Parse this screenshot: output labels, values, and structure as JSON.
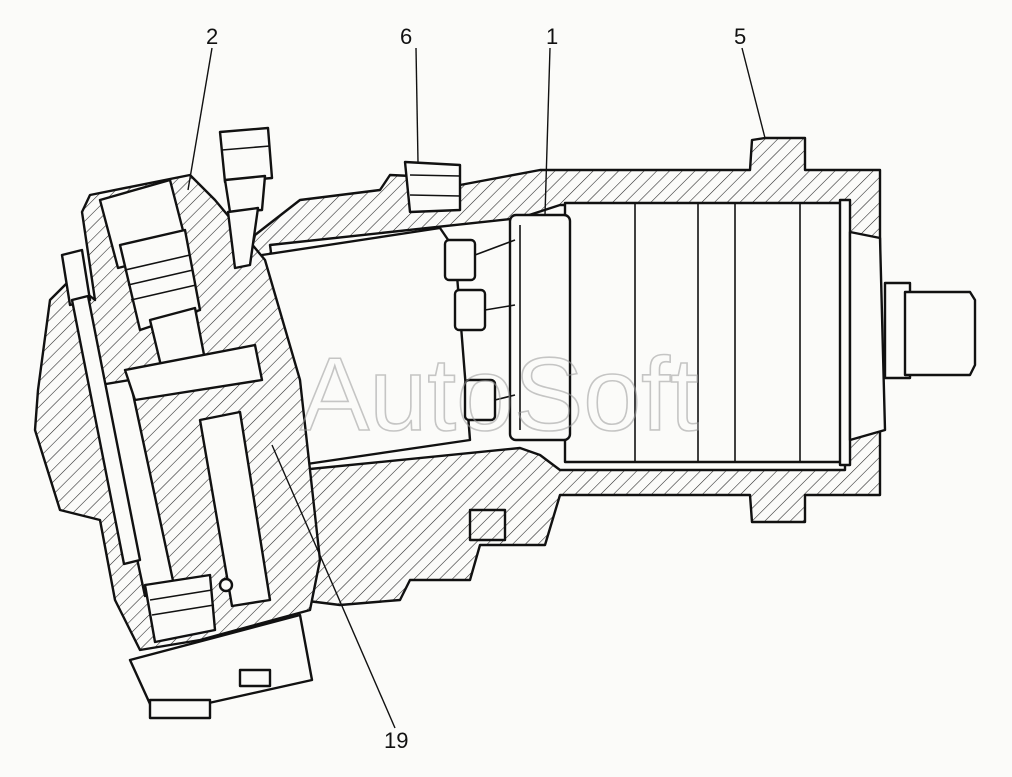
{
  "callouts": {
    "c2": "2",
    "c6": "6",
    "c1": "1",
    "c5": "5",
    "c19": "19"
  },
  "watermark": "AutoSoft"
}
